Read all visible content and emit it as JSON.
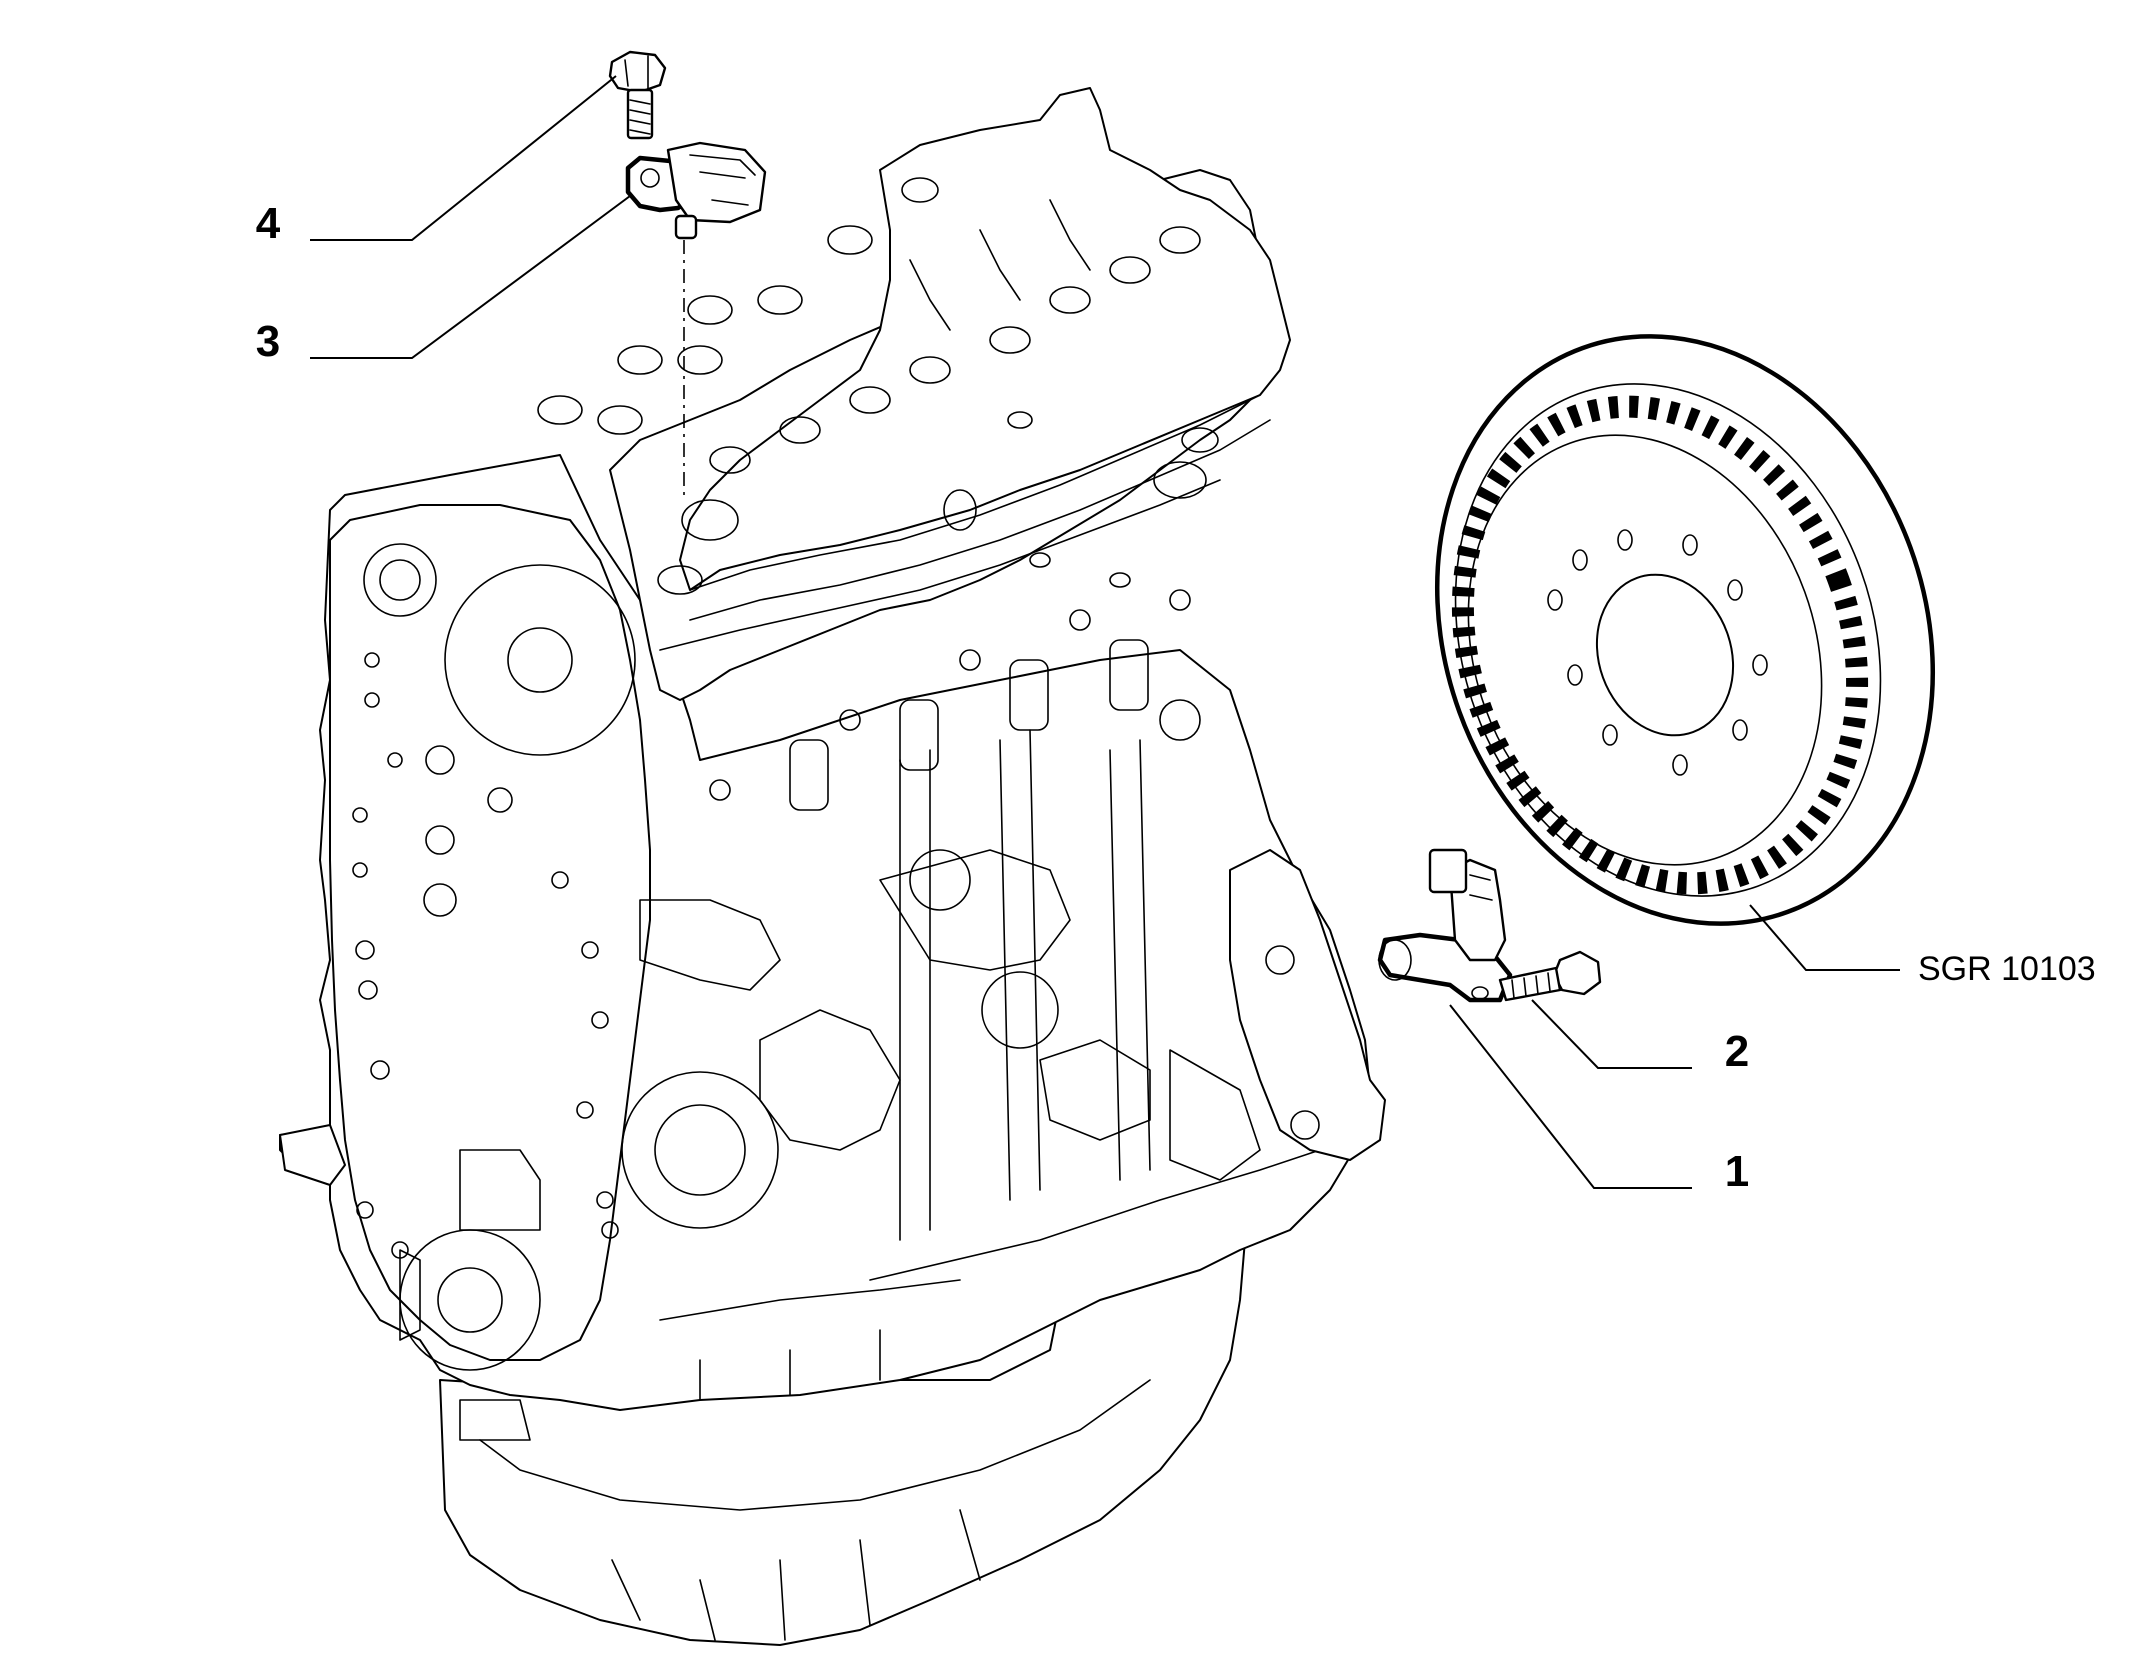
{
  "diagram": {
    "callouts": [
      {
        "id": "4",
        "label": "4",
        "part": "bolt"
      },
      {
        "id": "3",
        "label": "3",
        "part": "camshaft-position-sensor"
      },
      {
        "id": "2",
        "label": "2",
        "part": "bolt"
      },
      {
        "id": "1",
        "label": "1",
        "part": "crankshaft-position-sensor"
      }
    ],
    "reference_label": "SGR 10103",
    "colors": {
      "line": "#000000",
      "background": "#ffffff"
    }
  }
}
